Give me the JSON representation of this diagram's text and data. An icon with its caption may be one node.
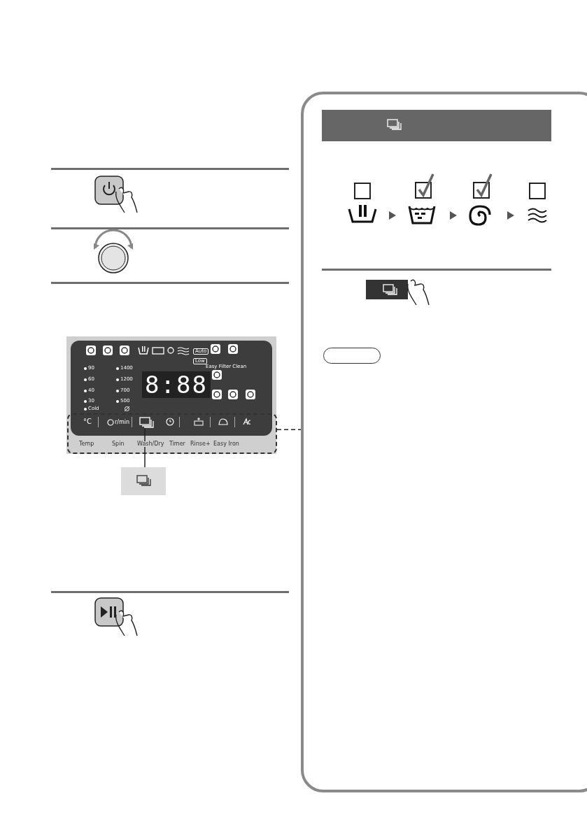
{
  "diagram": {
    "nodes": [
      {
        "text": [],
        "shape": "box"
      },
      {
        "text": [],
        "shape": "box",
        "in": 0
      },
      {
        "text": [],
        "shape": "box"
      },
      {
        "text": [],
        "shape": "box"
      },
      {
        "text": [],
        "shape": "box",
        "in": 3
      }
    ],
    "edges": [
      {
        "from": 1,
        "to": 2,
        "arrow": "none"
      },
      {
        "from": 0,
        "to": 3,
        "arrow": "none",
        "style": "dashed"
      }
    ],
    "labels": [
      "Auto",
      "Low",
      "90",
      "1400",
      "Easy Filter Clean",
      "60",
      "1200",
      "40",
      "700",
      "30",
      "500",
      "Cold",
      "8:88",
      "°C",
      "r/min",
      "Temp",
      "Spin",
      "Wash/Dry",
      "Timer",
      "Rinse+",
      "Easy Iron"
    ]
  }
}
